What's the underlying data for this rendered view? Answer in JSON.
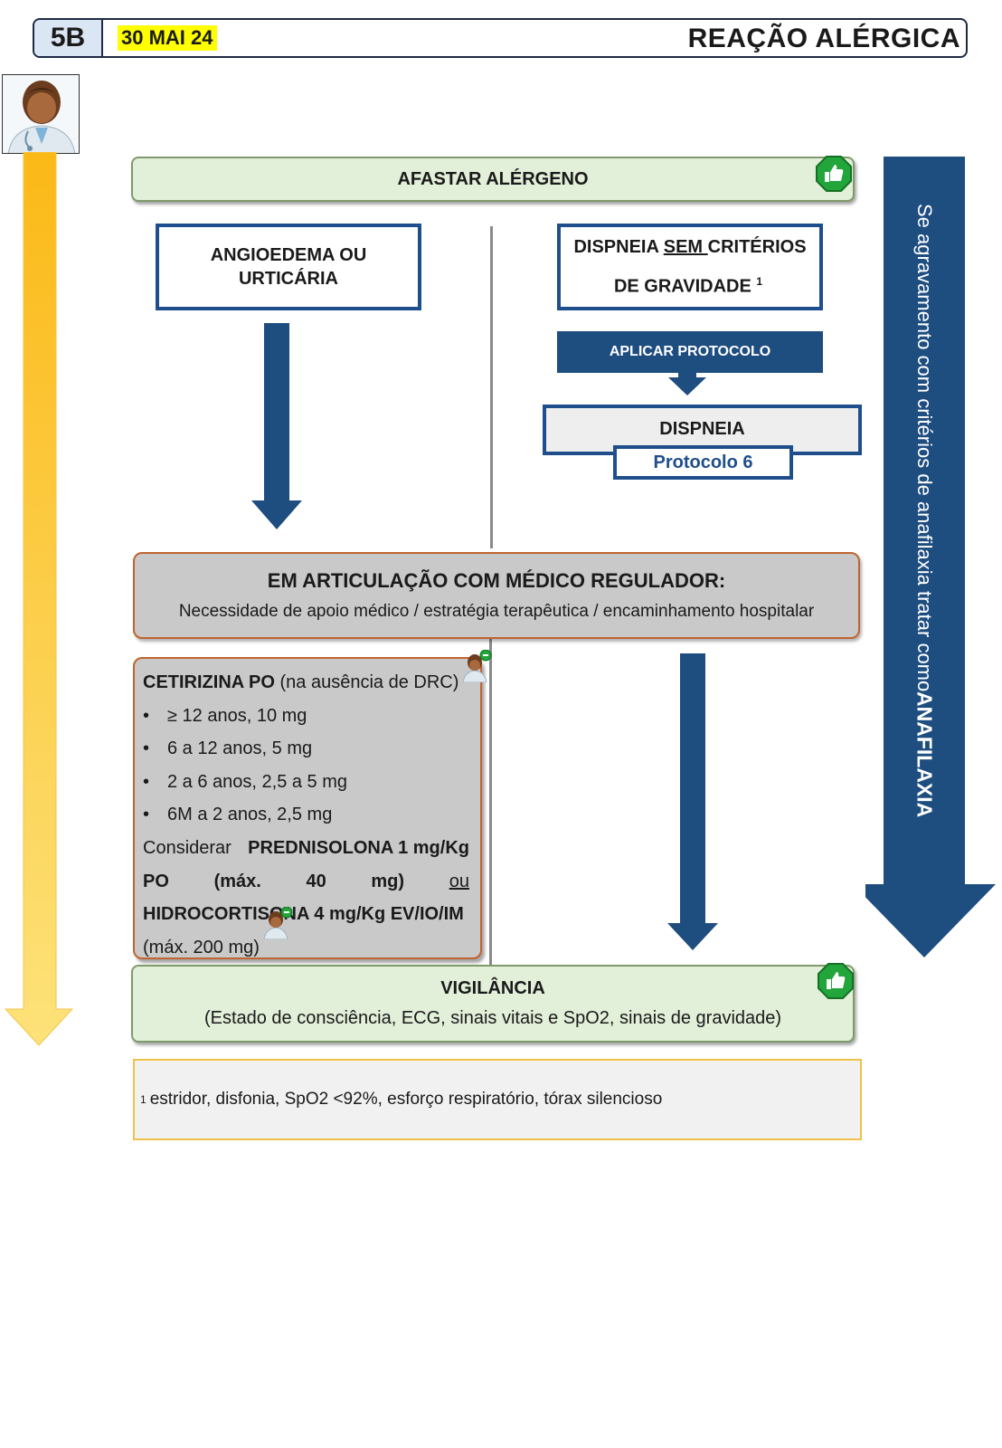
{
  "header": {
    "code": "5B",
    "date": "30 MAI 24",
    "title": "REAÇÃO ALÉRGICA"
  },
  "icons": {
    "avatar": "doctor-avatar-icon",
    "approve": "thumbs-up-icon",
    "doctor_mini": "doctor-call-icon"
  },
  "colors": {
    "dark_blue": "#1e4d80",
    "green_box": "#e2efd9",
    "grey_box": "#c9c9c9",
    "yellow_arrow": "#fbc02d",
    "highlight": "#ffff00"
  },
  "flow": {
    "afastar": "AFASTAR ALÉRGENO",
    "angio_line1": "ANGIOEDEMA OU",
    "angio_line2": "URTICÁRIA",
    "disp_sem_a": "DISPNEIA ",
    "disp_sem_u": "SEM ",
    "disp_sem_b": "CRITÉRIOS",
    "disp_sem_line2": "DE GRAVIDADE",
    "disp_sem_sup": "1",
    "aplicar": "APLICAR PROTOCOLO",
    "dispneia": "DISPNEIA",
    "protocolo": "Protocolo 6",
    "side_text_a": "Se agravamento com critérios de anafilaxia tratar como ",
    "side_text_b": "ANAFILAXIA"
  },
  "articulacao": {
    "title": "EM ARTICULAÇÃO COM MÉDICO REGULADOR:",
    "subtitle": "Necessidade de apoio médico / estratégia terapêutica / encaminhamento hospitalar"
  },
  "meds": {
    "cetirizina_bold": "CETIRIZINA PO",
    "cetirizina_note": " (na ausência de DRC)",
    "bullet": "•",
    "doses": [
      "≥ 12 anos, 10 mg",
      "6 a 12 anos, 5 mg",
      "2 a 6 anos, 2,5 a 5 mg",
      "6M a 2 anos, 2,5 mg"
    ],
    "considerar": "Considerar",
    "pred_bold": "PREDNISOLONA 1 mg/Kg",
    "po": "PO",
    "max40": "(máx.",
    "max40_num": "40",
    "max40_unit": "mg)",
    "ou": "ou",
    "hidro_bold": "HIDROCORTISONA 4 mg/Kg EV/IO/IM",
    "max200": "(máx. 200 mg)"
  },
  "vigilancia": {
    "title": "VIGILÂNCIA",
    "subtitle": "(Estado de consciência, ECG, sinais vitais e SpO2, sinais de gravidade)"
  },
  "footnote": {
    "mark": "1",
    "text": "estridor, disfonia, SpO2 <92%, esforço respiratório, tórax silencioso"
  }
}
